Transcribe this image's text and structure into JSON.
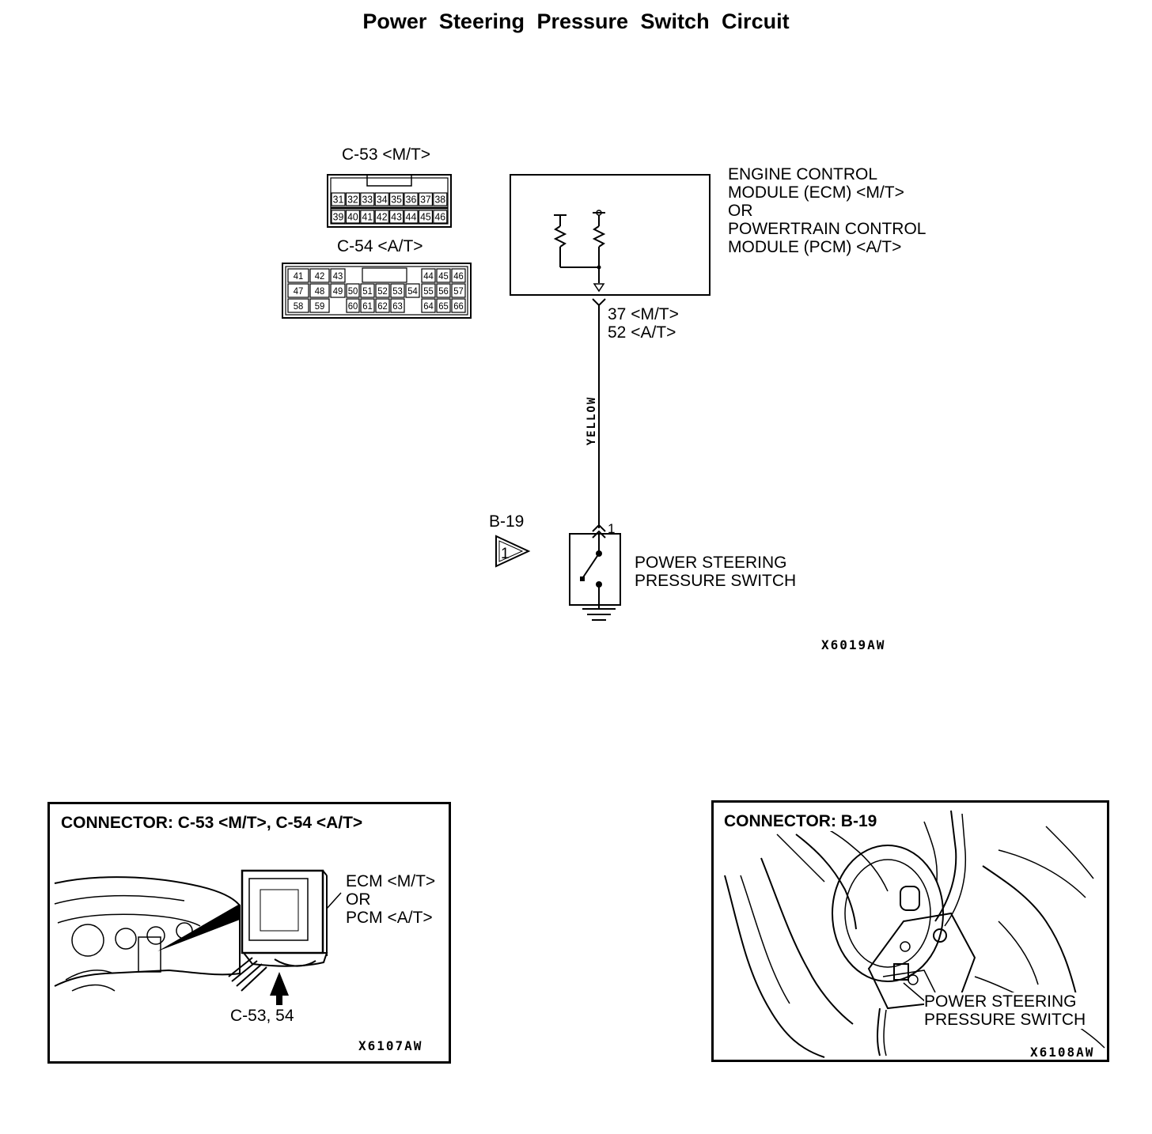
{
  "title": "Power Steering Pressure Switch Circuit",
  "connector_c53": {
    "label": "C-53 <M/T>",
    "row1": [
      "31",
      "32",
      "33",
      "34",
      "35",
      "36",
      "37",
      "38"
    ],
    "row2": [
      "39",
      "40",
      "41",
      "42",
      "43",
      "44",
      "45",
      "46"
    ]
  },
  "connector_c54": {
    "label": "C-54 <A/T>",
    "row1": [
      "41",
      "42",
      "43",
      "44",
      "45",
      "46"
    ],
    "row2": [
      "47",
      "48",
      "49",
      "50",
      "51",
      "52",
      "53",
      "54",
      "55",
      "56",
      "57"
    ],
    "row3": [
      "58",
      "59",
      "60",
      "61",
      "62",
      "63",
      "64",
      "65",
      "66"
    ]
  },
  "ecm": {
    "line1": "ENGINE CONTROL",
    "line2": "MODULE (ECM) <M/T>",
    "line3": "OR",
    "line4": "POWERTRAIN CONTROL",
    "line5": "MODULE (PCM) <A/T>"
  },
  "terminal": {
    "mt": "37 <M/T>",
    "at": "52 <A/T>"
  },
  "wire_color": "YELLOW",
  "switch_connector": {
    "id": "B-19",
    "triangle_num": "1",
    "pin": "1"
  },
  "switch": {
    "line1": "POWER STEERING",
    "line2": "PRESSURE SWITCH"
  },
  "diagram_code": "X6019AW",
  "panel_left": {
    "title": "CONNECTOR: C-53 <M/T>, C-54 <A/T>",
    "ecm_line1": "ECM <M/T>",
    "ecm_line2": "OR",
    "ecm_line3": "PCM <A/T>",
    "connector_label": "C-53, 54",
    "code": "X6107AW"
  },
  "panel_right": {
    "title": "CONNECTOR: B-19",
    "switch_line1": "POWER STEERING",
    "switch_line2": "PRESSURE SWITCH",
    "code": "X6108AW"
  }
}
